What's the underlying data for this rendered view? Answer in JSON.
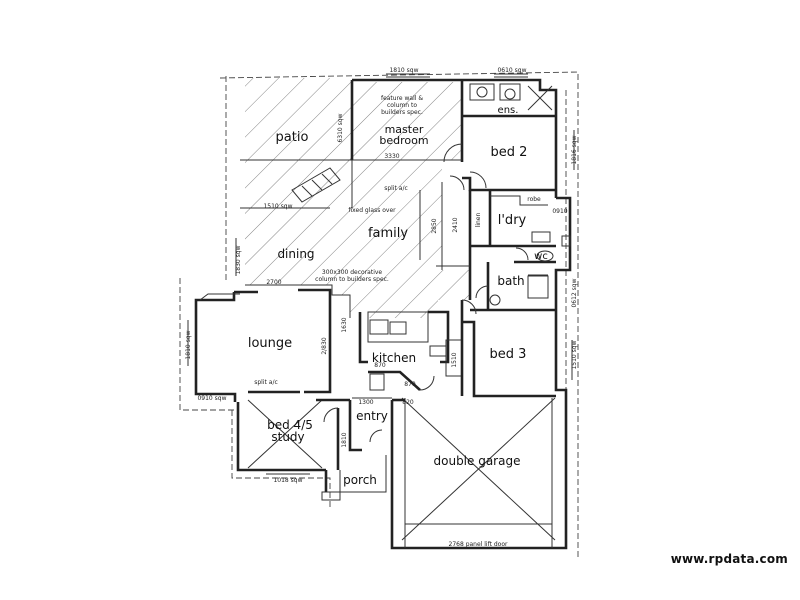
{
  "rooms": {
    "patio": "patio",
    "master_bedroom_line1": "master",
    "master_bedroom_line2": "bedroom",
    "ens": "ens.",
    "bed2": "bed 2",
    "family": "family",
    "dining": "dining",
    "laundry": "l'dry",
    "wc": "wc",
    "bath": "bath",
    "lounge": "lounge",
    "kitchen": "kitchen",
    "bed3": "bed 3",
    "entry": "entry",
    "bed45_line1": "bed 4/5",
    "bed45_line2": "study",
    "double_garage": "double garage",
    "porch": "porch"
  },
  "notes": {
    "feature_wall_1": "feature wall &",
    "feature_wall_2": "column to",
    "feature_wall_3": "builders spec.",
    "split_ac_1": "split a/c",
    "split_ac_2": "split a/c",
    "fixed_glass": "fixed glass over",
    "decorative_1": "300x300 decorative",
    "decorative_2": "column to builders spec.",
    "robe": "robe",
    "linen": "linen",
    "panel_lift_door": "2768 panel lift door",
    "dim_3330": "3330",
    "dim_2410": "2410",
    "dim_2850": "2850",
    "dim_1630": "1630",
    "dim_2700": "2700",
    "dim_1300": "1300",
    "dim_820": "820",
    "dim_870": "870",
    "dim_870b": "870",
    "dim_1810": "1810",
    "dim_1510": "1510",
    "dim_1810sqw_a": "1810 sqw",
    "dim_1810sqw_b": "1810 sqw",
    "dim_1510sqw_a": "1510 sqw",
    "dim_1510sqw_b": "1510 sqw",
    "dim_1816sqw": "1816 sqw",
    "dim_0910": "0910",
    "dim_0610sqw": "0610 sqw",
    "dim_1830sqw": "1830 sqw",
    "dim_0612sqw": "0612 sqw",
    "dim_0910sqw": "0910 sqw",
    "dim_6310sqw": "6310 sqw",
    "dim_1018sqw": "1018 sqw",
    "dim_2830": "2/830"
  },
  "watermark": "www.rpdata.com"
}
